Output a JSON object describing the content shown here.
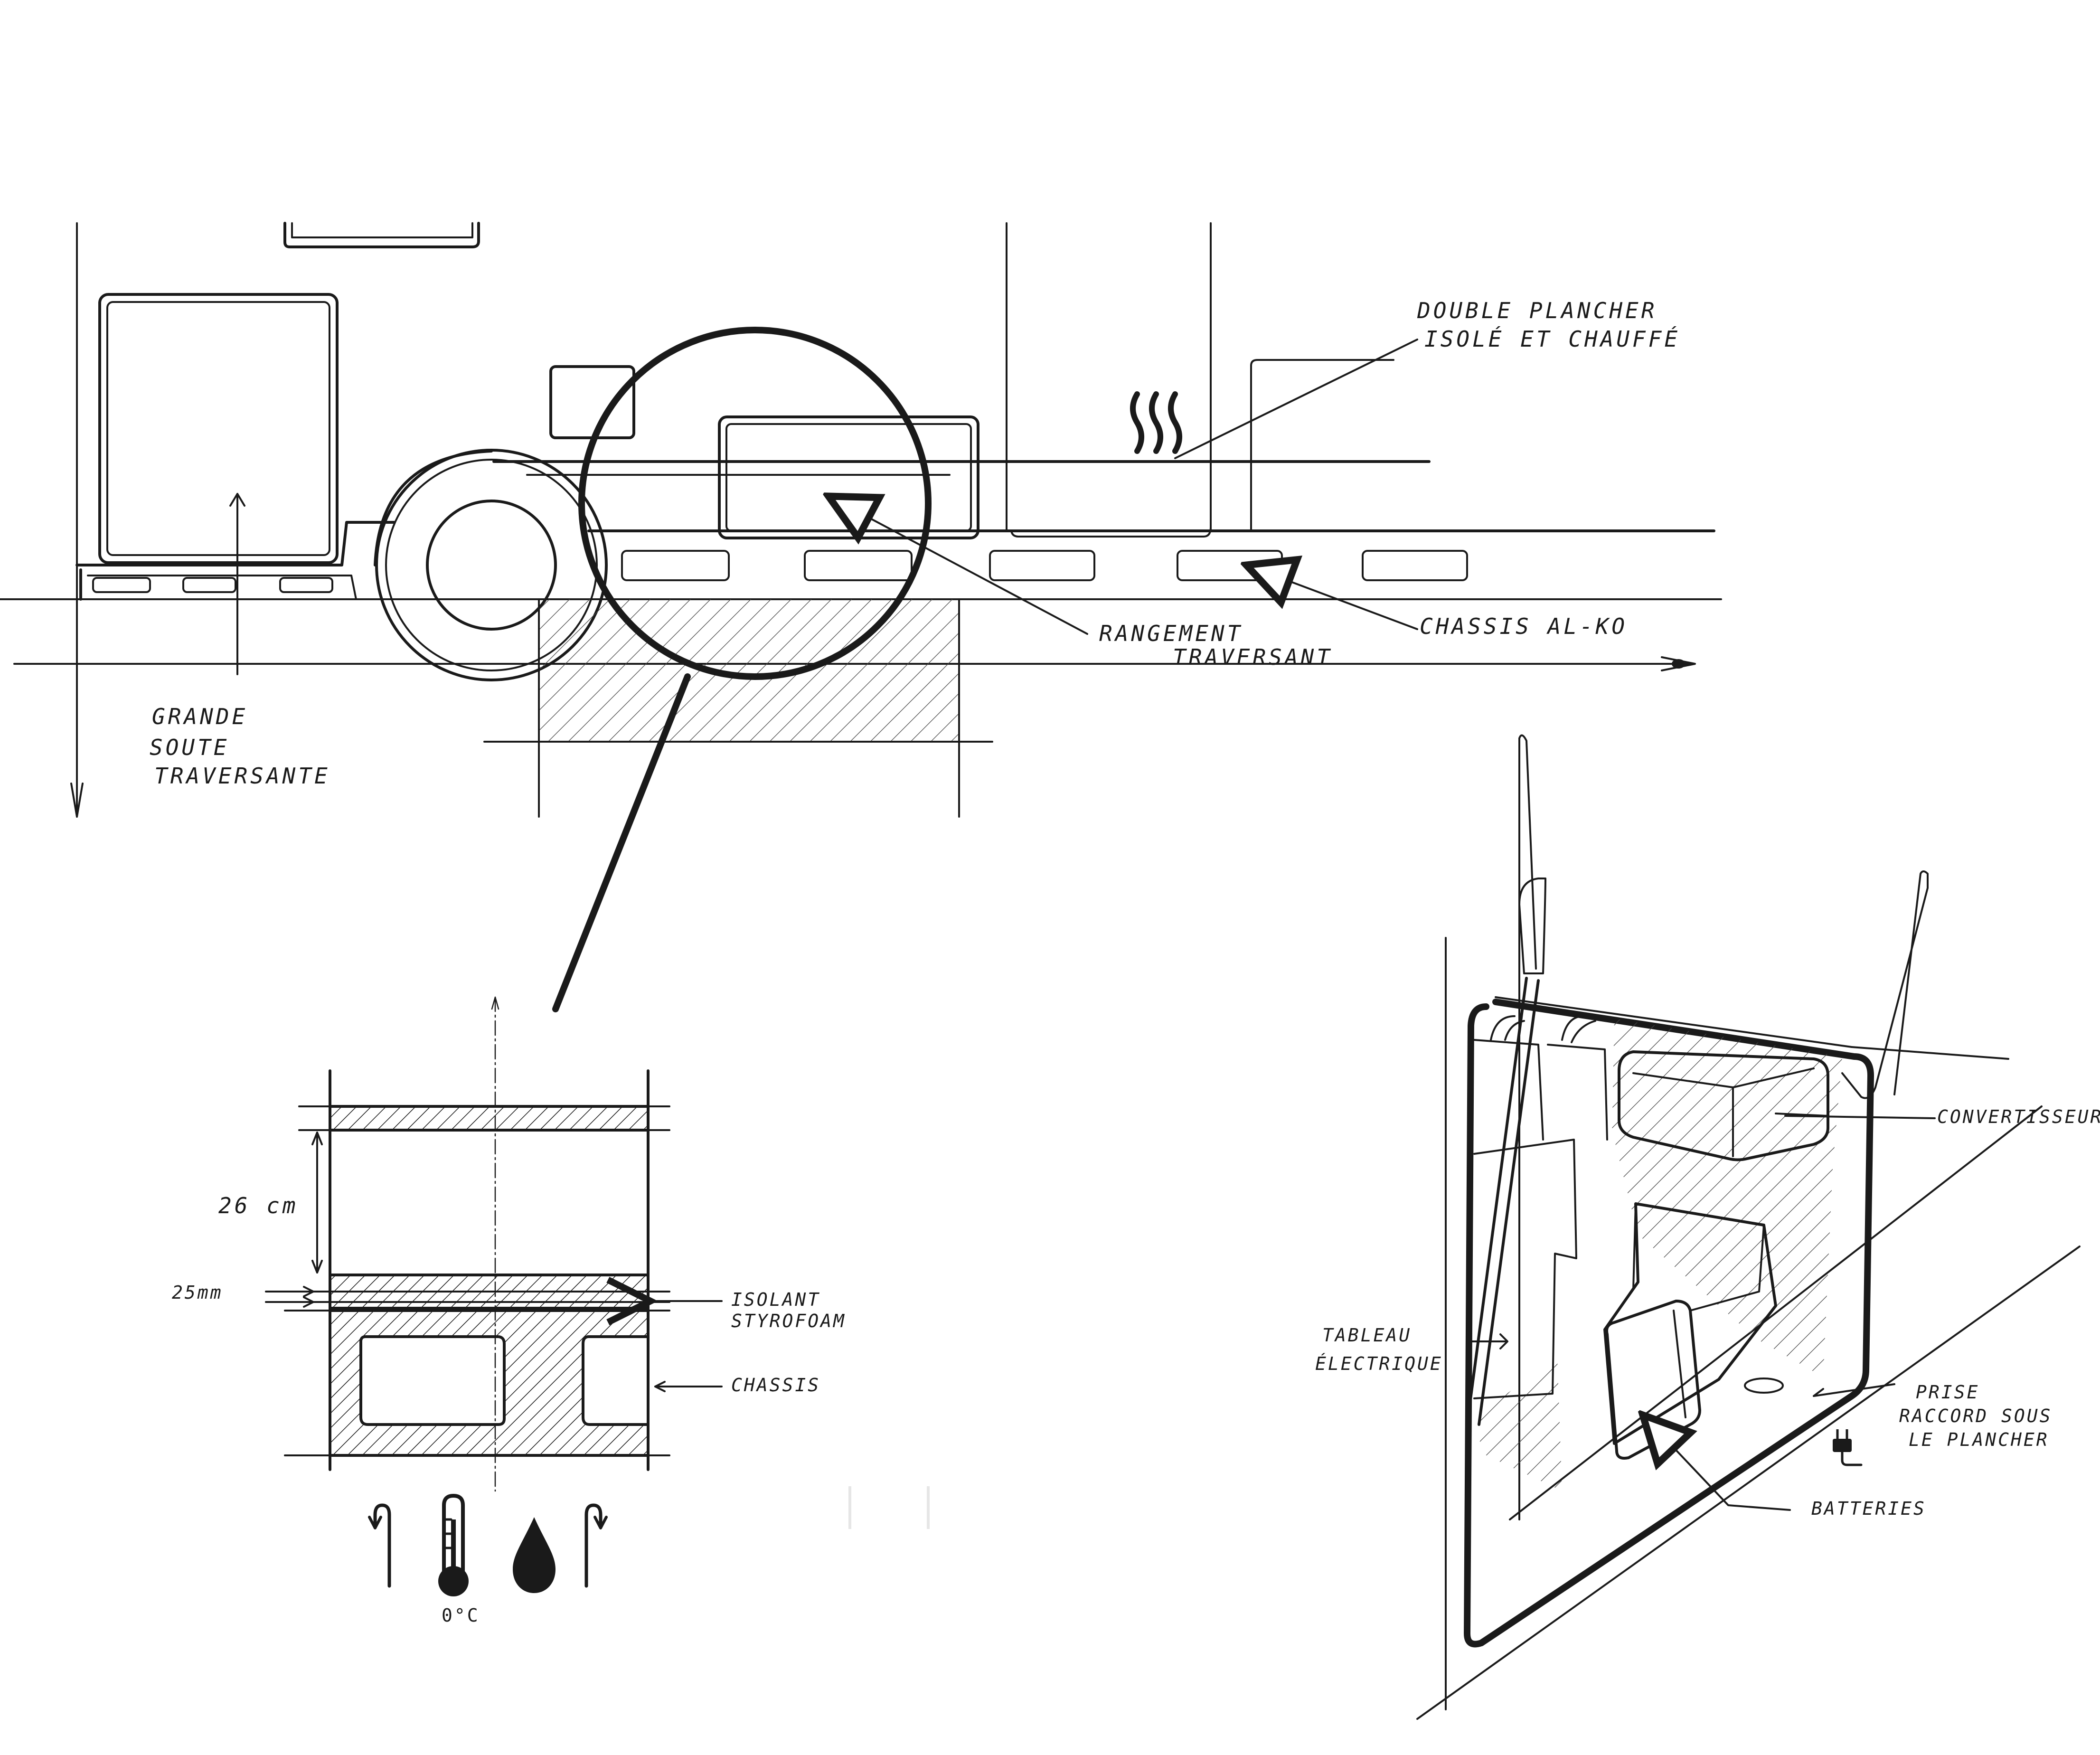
{
  "side_view": {
    "label_double_floor_1": "DOUBLE PLANCHER",
    "label_double_floor_2": "ISOLÉ ET CHAUFFÉ",
    "label_storage_1": "RANGEMENT",
    "label_storage_2": "TRAVERSANT",
    "label_chassis": "CHASSIS AL-KO",
    "label_locker_1": "GRANDE",
    "label_locker_2": "SOUTE",
    "label_locker_3": "TRAVERSANTE"
  },
  "section_detail": {
    "dim_height": "26 cm",
    "dim_insulation": "25mm",
    "label_insulation_1": "ISOLANT",
    "label_insulation_2": "STYROFOAM",
    "label_chassis": "CHASSIS",
    "temperature": "0°C",
    "icons": [
      "up-arrow-icon",
      "thermometer-icon",
      "water-drop-icon",
      "up-arrow-icon"
    ]
  },
  "cutaway_view": {
    "label_converter": "CONVERTISSEUR",
    "label_panel_1": "TABLEAU",
    "label_panel_2": "ÉLECTRIQUE",
    "label_plug_1": "PRISE",
    "label_plug_2": "RACCORD SOUS",
    "label_plug_3": "LE PLANCHER",
    "label_batteries": "BATTERIES",
    "icons": [
      "power-plug-icon"
    ]
  }
}
